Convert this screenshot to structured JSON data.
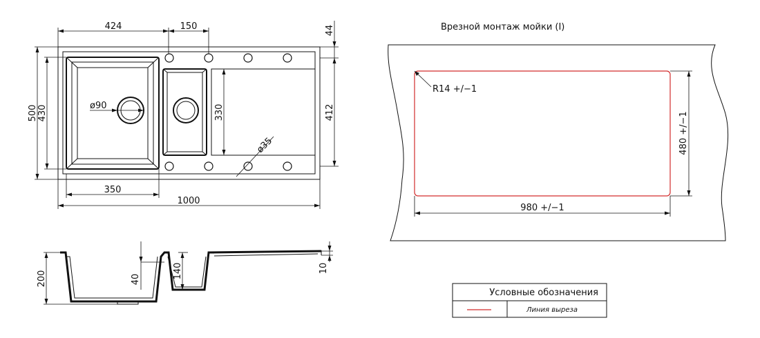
{
  "colors": {
    "cut_line": "#d22b2b",
    "line": "#111111",
    "background": "#ffffff"
  },
  "top_view": {
    "dims": {
      "overall_width": "1000",
      "main_bowl_width": "424",
      "small_bowl_width": "150",
      "top_offset": "44",
      "overall_depth": "500",
      "main_bowl_depth": "430",
      "small_bowl_depth": "330",
      "drainer_depth": "412",
      "drain_main": "ø90",
      "tap_hole": "ø35",
      "bowl_bottom_width": "350"
    }
  },
  "section_view": {
    "dims": {
      "main_depth": "200",
      "small_offset": "40",
      "small_depth": "140",
      "rim_thickness": "10"
    }
  },
  "cutout_view": {
    "title": "Врезной монтаж мойки (I)",
    "radius": "R14 +/−1",
    "height": "480 +/−1",
    "width": "980 +/−1"
  },
  "legend": {
    "title": "Условные обозначения",
    "items": [
      {
        "label": "Линия выреза",
        "color": "#d22b2b"
      }
    ]
  }
}
